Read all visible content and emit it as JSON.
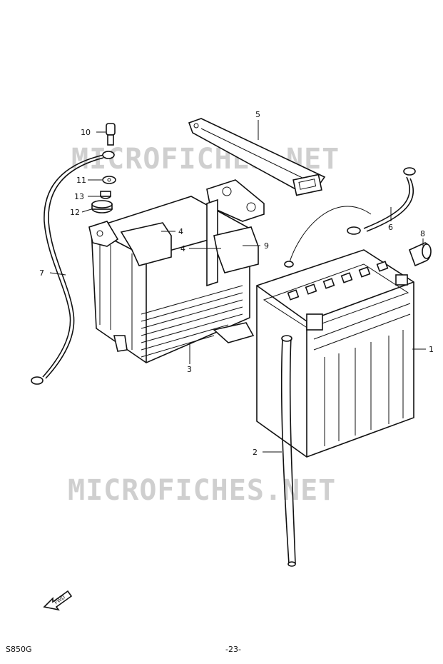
{
  "watermark": "MICROFICHES.NET",
  "model": "S850G",
  "page_number": "-23-",
  "callouts": [
    {
      "id": "c1",
      "text": "1"
    },
    {
      "id": "c2",
      "text": "2"
    },
    {
      "id": "c3",
      "text": "3"
    },
    {
      "id": "c4a",
      "text": "4"
    },
    {
      "id": "c4b",
      "text": "4"
    },
    {
      "id": "c5",
      "text": "5"
    },
    {
      "id": "c6",
      "text": "6"
    },
    {
      "id": "c7",
      "text": "7"
    },
    {
      "id": "c8",
      "text": "8"
    },
    {
      "id": "c9",
      "text": "9"
    },
    {
      "id": "c10",
      "text": "10"
    },
    {
      "id": "c11",
      "text": "11"
    },
    {
      "id": "c12",
      "text": "12"
    },
    {
      "id": "c13",
      "text": "13"
    }
  ],
  "front_marker": "FWD"
}
